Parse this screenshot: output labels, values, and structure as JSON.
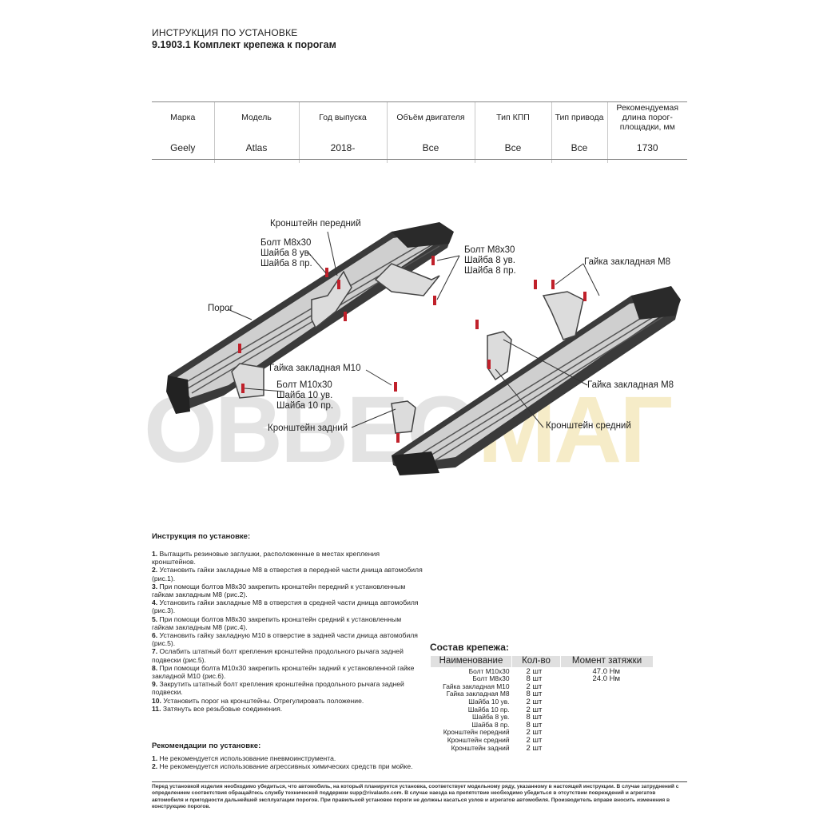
{
  "header": {
    "subtitle": "ИНСТРУКЦИЯ ПО УСТАНОВКЕ",
    "title": "9.1903.1 Комплект крепежа к порогам"
  },
  "spec_table": {
    "headers": [
      "Марка",
      "Модель",
      "Год выпуска",
      "Объём двигателя",
      "Тип КПП",
      "Тип привода",
      "Рекомендуемая длина порог-площадки, мм"
    ],
    "values": [
      "Geely",
      "Atlas",
      "2018-",
      "Все",
      "Все",
      "Все",
      "1730"
    ]
  },
  "watermark": {
    "part1": "OBBEO",
    "part2": "MAГ"
  },
  "diagram_labels": {
    "front_bracket": "Кронштейн передний",
    "left_bolt_group": "Болт M8x30\nШайба 8 ув.\nШайба 8 пр.",
    "right_bolt_group": "Болт M8x30\nШайба 8 ув.\nШайба 8 пр.",
    "threshold": "Порог",
    "nut_m8_top": "Гайка закладная M8",
    "nut_m10": "Гайка закладная M10",
    "bolt_m10_group": "Болт M10x30\nШайба 10 ув.\nШайба 10 пр.",
    "nut_m8_bottom": "Гайка закладная M8",
    "middle_bracket": "Кронштейн средний",
    "rear_bracket": "Кронштейн задний"
  },
  "instructions": {
    "title": "Инструкция по установке:",
    "steps": [
      {
        "num": "1.",
        "text": " Вытащить резиновые заглушки, расположенные в местах крепления кронштейнов."
      },
      {
        "num": "2.",
        "text": " Установить гайки закладные M8 в отверстия в передней части днища автомобиля (рис.1)."
      },
      {
        "num": "3.",
        "text": " При помощи болтов M8x30 закрепить кронштейн передний к установленным гайкам закладным M8 (рис.2)."
      },
      {
        "num": "4.",
        "text": " Установить гайки закладные M8 в отверстия в средней части днища автомобиля (рис.3)."
      },
      {
        "num": "5.",
        "text": " При помощи болтов M8x30 закрепить кронштейн средний к установленным гайкам закладным M8 (рис.4)."
      },
      {
        "num": "6.",
        "text": " Установить гайку закладную M10 в отверстие в задней части днища автомобиля (рис.5)."
      },
      {
        "num": "7.",
        "text": " Ослабить штатный болт крепления кронштейна продольного рычага задней подвески (рис.5)."
      },
      {
        "num": "8.",
        "text": " При помощи болта M10x30 закрепить кронштейн задний к установленной гайке закладной M10 (рис.6)."
      },
      {
        "num": "9.",
        "text": " Закрутить штатный болт крепления кронштейна продольного рычага задней подвески."
      },
      {
        "num": "10.",
        "text": " Установить порог на кронштейны. Отрегулировать положение."
      },
      {
        "num": "11.",
        "text": " Затянуть все резьбовые соединения."
      }
    ]
  },
  "recommendations": {
    "title": "Рекомендации по установке:",
    "items": [
      {
        "num": "1.",
        "text": " Не рекомендуется использование пневмоинструмента."
      },
      {
        "num": "2.",
        "text": " Не рекомендуется использование агрессивных химических средств при мойке."
      }
    ]
  },
  "kit": {
    "title": "Состав крепежа:",
    "headers": [
      "Наименование",
      "Кол-во",
      "Момент затяжки"
    ],
    "rows": [
      {
        "name": "Болт M10x30",
        "qty": "2 шт",
        "torque": "47.0 Нм"
      },
      {
        "name": "Болт M8x30",
        "qty": "8 шт",
        "torque": "24.0 Нм"
      },
      {
        "name": "Гайка закладная M10",
        "qty": "2 шт",
        "torque": ""
      },
      {
        "name": "Гайка закладная M8",
        "qty": "8 шт",
        "torque": ""
      },
      {
        "name": "Шайба 10 ув.",
        "qty": "2 шт",
        "torque": ""
      },
      {
        "name": "Шайба 10 пр.",
        "qty": "2 шт",
        "torque": ""
      },
      {
        "name": "Шайба 8 ув.",
        "qty": "8 шт",
        "torque": ""
      },
      {
        "name": "Шайба 8 пр.",
        "qty": "8 шт",
        "torque": ""
      },
      {
        "name": "Кронштейн передний",
        "qty": "2 шт",
        "torque": ""
      },
      {
        "name": "Кронштейн средний",
        "qty": "2 шт",
        "torque": ""
      },
      {
        "name": "Кронштейн задний",
        "qty": "2 шт",
        "torque": ""
      }
    ]
  },
  "footer": {
    "text": "Перед установкой изделия необходимо убедиться, что автомобиль, на который планируется установка, соответствует модельному ряду, указанному в настоящей инструкции. В случае затруднений с определением соответствия обращайтесь службу технической поддержки supp@rivalauto.com. В случае наезда на препятствие необходимо убедиться в отсутствии повреждений и агрегатов автомобиля и пригодности дальнейшей эксплуатации порогов. При правильной установке пороги не должны касаться узлов и агрегатов автомобиля. Производитель вправе вносить изменения в конструкцию порогов."
  },
  "colors": {
    "bolt_red": "#c0202a",
    "step_dark": "#2a2a2a",
    "step_rail": "#c9c9c9"
  }
}
